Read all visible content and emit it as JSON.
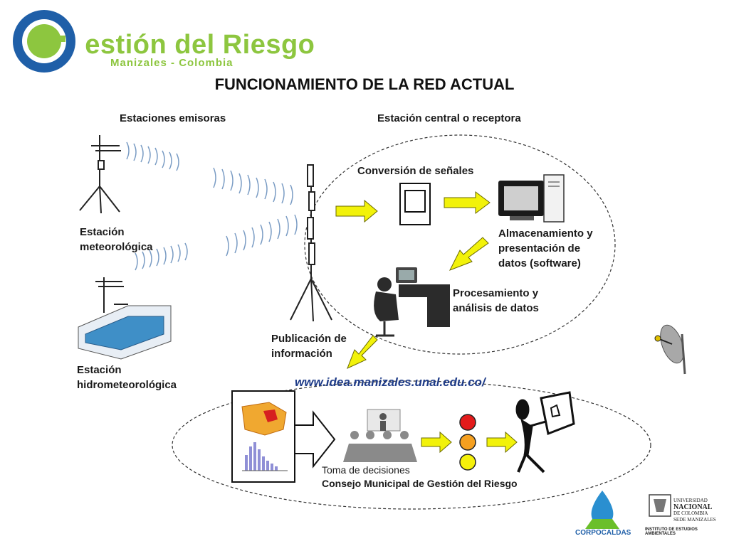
{
  "header": {
    "logo_word": "estión del Riesgo",
    "logo_initial": "G",
    "logo_subtitle": "Manizales - Colombia",
    "title": "FUNCIONAMIENTO DE LA RED ACTUAL"
  },
  "diagram": {
    "emitting_stations_label": "Estaciones emisoras",
    "central_station_label": "Estación central o receptora",
    "station_meteo": [
      "Estación",
      "meteorológica"
    ],
    "station_hydro": [
      "Estación",
      "hidrometeorológica"
    ],
    "signal_conversion": "Conversión de señales",
    "storage": [
      "Almacenamiento y",
      "presentación de",
      "datos (software)"
    ],
    "processing": [
      "Procesamiento y",
      "análisis de datos"
    ],
    "publication": [
      "Publicación de",
      "información"
    ],
    "url": "www.idea.manizales.unal.edu.co/",
    "decision": "Toma de decisiones",
    "council": "Consejo Municipal de Gestión del Riesgo"
  },
  "footer": {
    "corpocaldas": "CORPOCALDAS",
    "unal": [
      "UNIVERSIDAD",
      "NACIONAL",
      "DE COLOMBIA",
      "SEDE MANIZALES",
      "INSTITUTO DE ESTUDIOS AMBIENTALES"
    ]
  },
  "colors": {
    "brand_blue": "#1f5fa8",
    "brand_green": "#8dc63f",
    "arrow_yellow": "#f2f20a",
    "traffic_red": "#e31b1b",
    "traffic_orange": "#f5a020",
    "traffic_yellow": "#f5f00a"
  }
}
